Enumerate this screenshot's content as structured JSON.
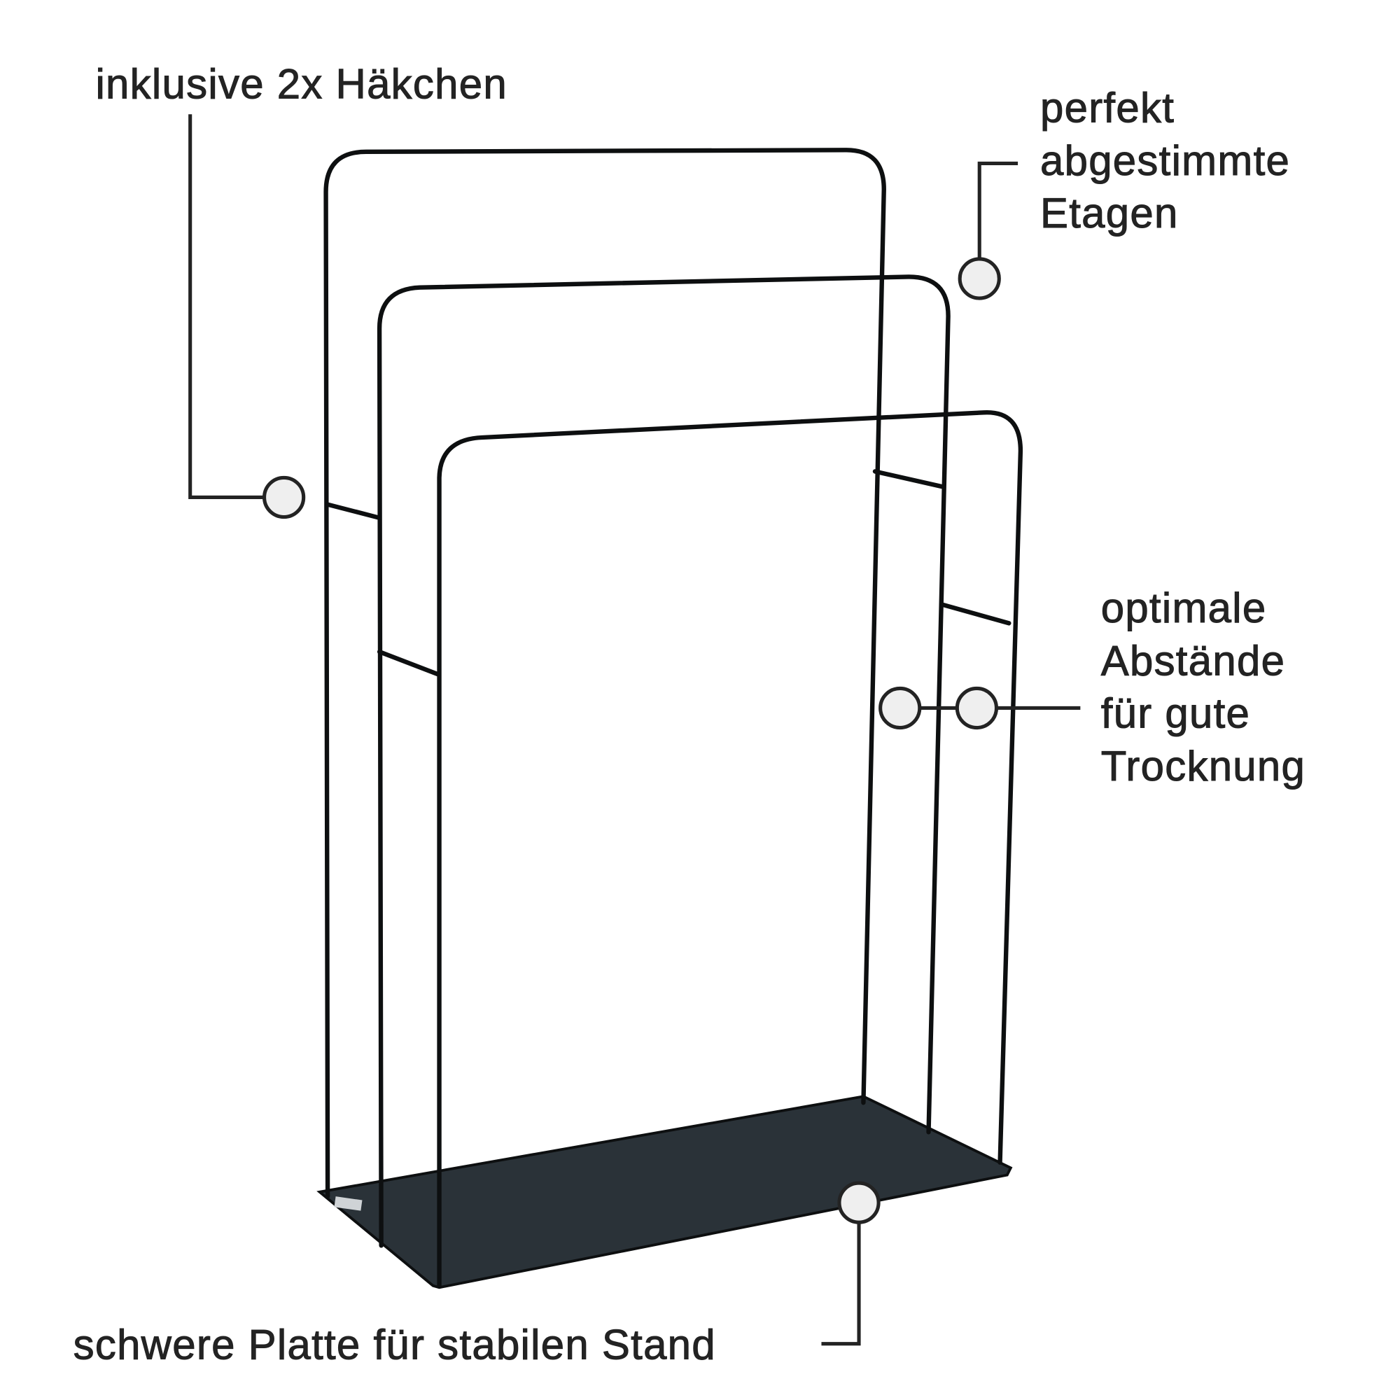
{
  "callouts": {
    "hooks": "inklusive 2x Häkchen",
    "levels": [
      "perfekt",
      "abgestimmte",
      "Etagen"
    ],
    "spacing": [
      "optimale",
      "Abstände",
      "für gute",
      "Trocknung"
    ],
    "base": "schwere Platte für stabilen Stand"
  },
  "colors": {
    "text": "#232323",
    "rack": "#0d0f10",
    "plate": "#2a3238",
    "marker_fill": "#efefef"
  }
}
